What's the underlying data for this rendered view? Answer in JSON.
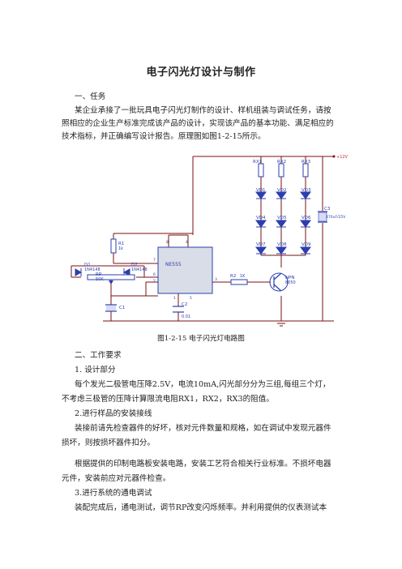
{
  "doc": {
    "title": "电子闪光灯设计与制作",
    "section1": "一、任务",
    "para1_l1": "某企业承接了一批玩具电子闪光灯制作的设计、样机组装与调试任务，请按",
    "para1_l2": "照相应的企业生产标准完成该产品的设计，实现该产品的基本功能、满足相应的",
    "para1_l3": "技术指标，并正确编写设计报告。原理图如图1-2-15所示。",
    "caption": "图1-2-15 电子闪光灯电路图",
    "section2": "二、工作要求",
    "item1": "1. 设计部分",
    "para2_l1": "每个发光二极管电压降2.5V，电流10mA,闪光部分分为三组,每组三个灯，",
    "para2_l2": "不考虑三极管的压降计算限流电阻RX1，RX2，RX3的阻值。",
    "item2": "2.进行样品的安装接线",
    "para3_l1": "装接前请先检查器件的好坏，核对元件数量和规格，如在调试中发现元器件",
    "para3_l2": "损坏，则按损坏器件扣分。",
    "para4_l1": "根据提供的印制电路板安装电路，安装工艺符合相关行业标准。不损坏电器",
    "para4_l2": "元件，安装前应对元器件检查。",
    "item3": "3.进行系统的通电调试",
    "para5_l1": "装配完成后，通电测试，调节RP改变闪烁频率。并利用提供的仪表测试本"
  },
  "schematic": {
    "vcc": "+12V",
    "rx1": "RX1",
    "rx2": "RX2",
    "rx3": "RX3",
    "vd1": "VD1",
    "vd2": "VD2",
    "vd3": "VD3",
    "vd4": "VD4",
    "vd5": "VD5",
    "vd6": "VD6",
    "vd7": "VD7",
    "vd8": "VD8",
    "vd9": "VD9",
    "c3": "C3",
    "c3_val": "470uF/25V",
    "r1": "R1",
    "r1_val": "1k",
    "d1": "D1",
    "d1_val": "1N4148",
    "d2": "D2",
    "d2_val": "1N4148",
    "rp": "RP",
    "rp_val": "50K",
    "c1": "C1",
    "ic": "NE555",
    "r2": "R2",
    "r2_val": "1K",
    "npn": "NPN",
    "npn_val": "8050",
    "c2": "C2",
    "c2_val": "0.01",
    "pin8": "8",
    "pin4": "4",
    "pin7": "7",
    "pin6": "6",
    "pin2": "2",
    "pin3": "3",
    "pin1": "1",
    "pin5": "5"
  },
  "colors": {
    "wire": "#7a1010",
    "component": "#2b3fae"
  }
}
